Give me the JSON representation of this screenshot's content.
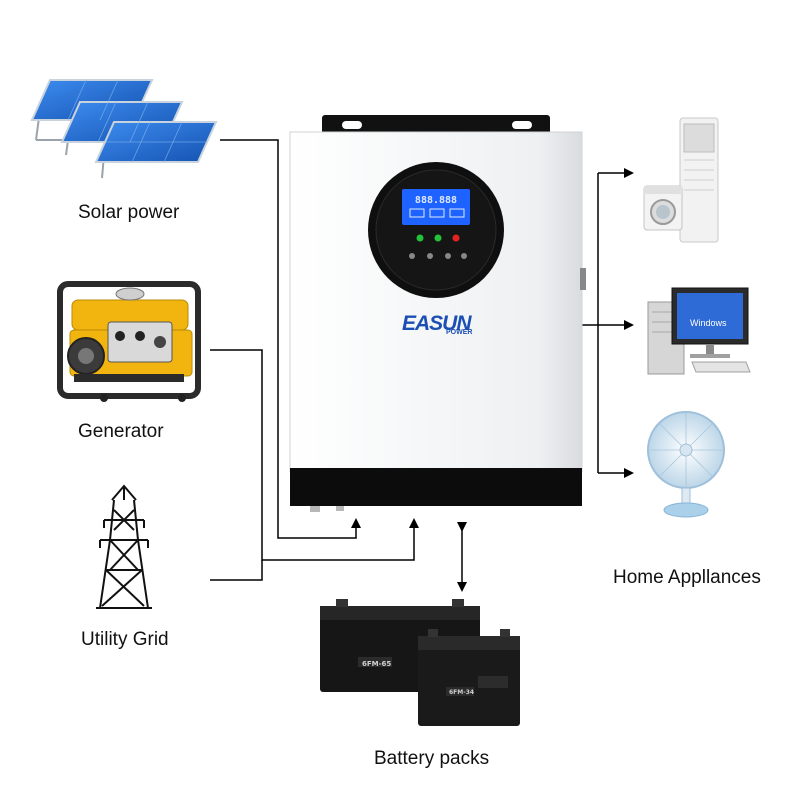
{
  "sources": {
    "solar_label": "Solar power",
    "generator_label": "Generator",
    "grid_label": "Utility Grid"
  },
  "outputs": {
    "appliances_label": "Home Appllances"
  },
  "storage": {
    "battery_label": "Battery packs",
    "battery_large_model": "6FM-65",
    "battery_small_model": "6FM-34"
  },
  "inverter": {
    "brand_main": "EASUN",
    "brand_sub": "POWER",
    "lcd_display": "888.888"
  },
  "computer": {
    "screen_text": "Windows"
  },
  "colors": {
    "inverter_body": "#f1f2f3",
    "inverter_base": "#0c0c0c",
    "lcd_blue": "#1e63ff",
    "brand_blue": "#1b4fb3",
    "generator_yellow": "#f2b50f",
    "solar_blue": "#1f6fd0",
    "battery_black": "#161616",
    "line": "#000000"
  }
}
